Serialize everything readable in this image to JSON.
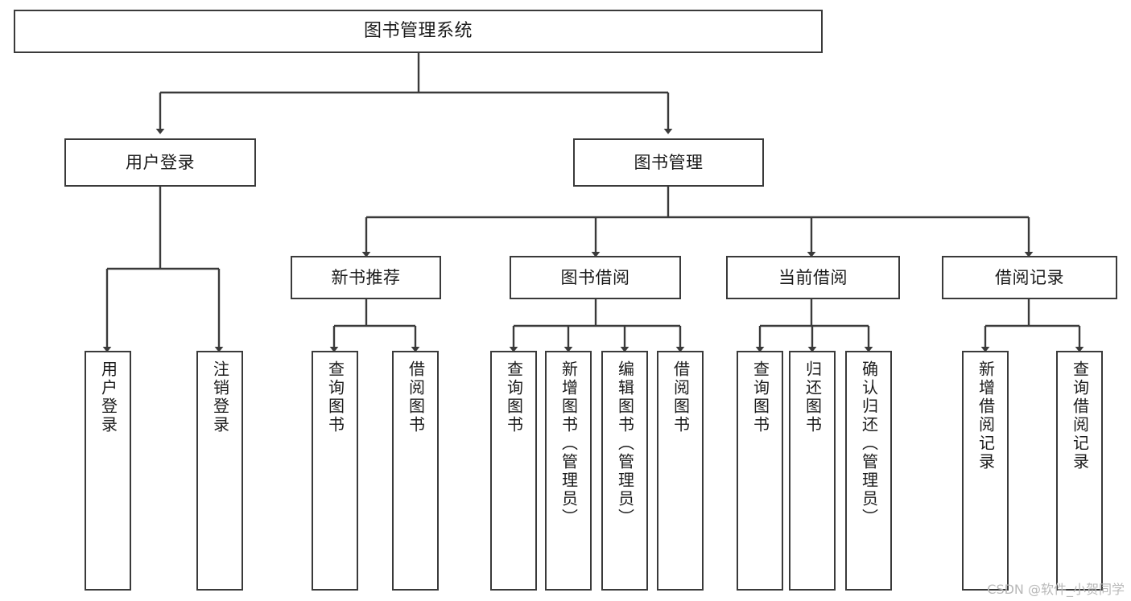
{
  "diagram": {
    "title": "图书管理系统",
    "type": "tree-hierarchy-chart",
    "colors": {
      "stroke": "#3a3a3a",
      "fill": "#ffffff",
      "text": "#1b1b1b",
      "watermark": "#b9b9b9"
    },
    "watermark": "CSDN @软件_小贺同学"
  },
  "nodes": {
    "root": {
      "label": "图书管理系统"
    },
    "level1": [
      {
        "id": "user-login",
        "label": "用户登录"
      },
      {
        "id": "book-management",
        "label": "图书管理"
      }
    ],
    "level2": [
      {
        "id": "new-book-recommend",
        "label": "新书推荐"
      },
      {
        "id": "book-borrow",
        "label": "图书借阅"
      },
      {
        "id": "current-borrow",
        "label": "当前借阅"
      },
      {
        "id": "borrow-record",
        "label": "借阅记录"
      }
    ],
    "leaves": {
      "user-login": [
        {
          "id": "leaf-user-login",
          "label": "用户登录"
        },
        {
          "id": "leaf-logout-login",
          "label": "注销登录"
        }
      ],
      "new-book-recommend": [
        {
          "id": "leaf-query-book-1",
          "label": "查询图书"
        },
        {
          "id": "leaf-borrow-book-1",
          "label": "借阅图书"
        }
      ],
      "book-borrow": [
        {
          "id": "leaf-query-book-2",
          "label": "查询图书"
        },
        {
          "id": "leaf-add-book",
          "label": "新增图书（管理员）"
        },
        {
          "id": "leaf-edit-book",
          "label": "编辑图书（管理员）"
        },
        {
          "id": "leaf-borrow-book-2",
          "label": "借阅图书"
        }
      ],
      "current-borrow": [
        {
          "id": "leaf-query-book-3",
          "label": "查询图书"
        },
        {
          "id": "leaf-return-book",
          "label": "归还图书"
        },
        {
          "id": "leaf-confirm-return",
          "label": "确认归还（管理员）"
        }
      ],
      "borrow-record": [
        {
          "id": "leaf-add-record",
          "label": "新增借阅记录"
        },
        {
          "id": "leaf-query-record",
          "label": "查询借阅记录"
        }
      ]
    }
  }
}
